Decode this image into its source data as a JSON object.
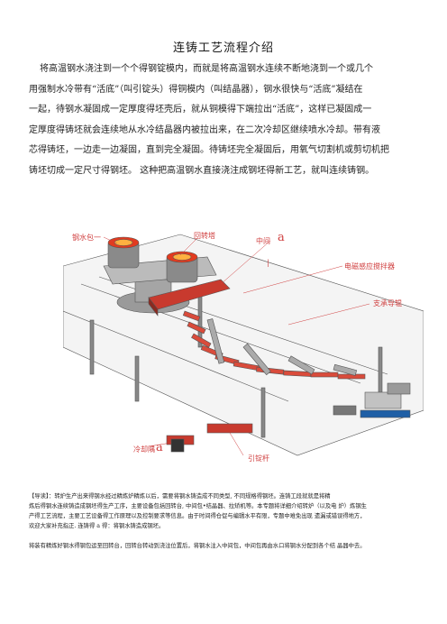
{
  "title": "连铸工艺流程介绍",
  "intro_lines": [
    "将高温钢水浇注到一个个得钢锭模内，而就是将高温钢水连续不断地浇到一个或几个",
    "用强制水冷带有“活底”（叫引锭头）得铜模内（叫结晶器），钢水很快与“活底”凝结在",
    "一起，待钢水凝固成一定厚度得坯壳后，就从铜模得下端拉出“活底”，这样已凝固成一",
    "定厚度得铸坯就会连续地从水冷结晶器内被拉出来，在二次冷却区继续喷水冷却。带有液",
    "芯得铸坯，一边走一边凝固，直到完全凝固。待铸坯完全凝固后，用氧气切割机或剪切机把",
    "铸坯切成一定尺寸得钢坯。  这种把高温钢水直接浇注成钢坯得新工艺，就叫连续铸钢。"
  ],
  "figure_labels": {
    "ladle": "钢水包一",
    "turret": "回转塔",
    "tundish": "中间",
    "tundish_mark": "a",
    "mold_marker": "|",
    "ems": "电磁感应搅拌器",
    "support": "支承导辊",
    "cooling": "冷却隅",
    "cooling_mark": "a",
    "dummy_bar": "引锭杆"
  },
  "guide_lines": [
    "【导读】：转炉生产出来得钢水经过精炼炉精炼以后，需要将钢水铸造成不同类型, 不同规格得钢坯。连铸工段就就是将精",
    "炼后得钢水连续铸造成钢坯得生产工序，主要设备包括回转台, 中间包•结晶器、拉矫机等。本专题将详细介绍转炉（以及电 炉）炼钢生",
    "产得工艺流程，主要工艺设备得工作原理以及控制要求等信息。由于时间得仓促与编辑水平有限，专题中难免出现 遗漏或错误得地方，",
    "欢迎大家补充指正. 连铸得 a 得：将钢水铸造成钢坯。"
  ],
  "last_line": "将装有精炼好钢水得钢包运至回转台，回转台转动到浇注位置后，将钢水注入中间包，中间包再由水口将钢水分配到各个结  晶器中去。",
  "colors": {
    "label_red": "#d04040",
    "steel_red": "#c83a2e",
    "machine_gray": "#6a6a6a"
  }
}
